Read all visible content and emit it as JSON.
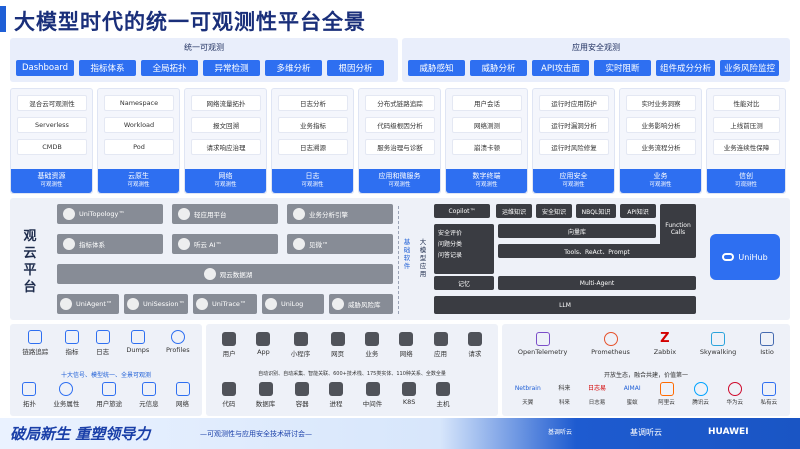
{
  "title": "大模型时代的统一可观测性平台全景",
  "unified": {
    "label": "统一可观测",
    "tabs": [
      "Dashboard",
      "指标体系",
      "全局拓扑",
      "异常检测",
      "多维分析",
      "根因分析"
    ]
  },
  "appsec": {
    "label": "应用安全观测",
    "tabs": [
      "威胁感知",
      "威胁分析",
      "API攻击面",
      "实时阻断",
      "组件成分分析",
      "业务风险监控"
    ]
  },
  "categories": [
    {
      "items": [
        "混合云可观测性",
        "Serverless",
        "CMDB"
      ],
      "name": "基础资源",
      "sub": "可观测性"
    },
    {
      "items": [
        "Namespace",
        "Workload",
        "Pod"
      ],
      "name": "云原生",
      "sub": "可观测性"
    },
    {
      "items": [
        "网络流量拓扑",
        "报文回溯",
        "请求响应治理"
      ],
      "name": "网络",
      "sub": "可观测性"
    },
    {
      "items": [
        "日志分析",
        "业务指标",
        "日志溯源"
      ],
      "name": "日志",
      "sub": "可观测性"
    },
    {
      "items": [
        "分布式链路追踪",
        "代码级根因分析",
        "服务治理与诊断"
      ],
      "name": "应用和微服务",
      "sub": "可观测性"
    },
    {
      "items": [
        "用户会话",
        "网络测测",
        "崩溃卡顿"
      ],
      "name": "数字终端",
      "sub": "可观测性"
    },
    {
      "items": [
        "运行时应用防护",
        "运行时漏洞分析",
        "运行时风险修复"
      ],
      "name": "应用安全",
      "sub": "可观测性"
    },
    {
      "items": [
        "实时业务洞察",
        "业务影响分析",
        "业务流程分析"
      ],
      "name": "业务",
      "sub": "可观测性"
    },
    {
      "items": [
        "性能对比",
        "上线前压测",
        "业务连续性保障"
      ],
      "name": "信创",
      "sub": "可观测性"
    }
  ],
  "platform": {
    "vertical_label": "观云平台",
    "modules": {
      "unitopology": "UniTopology™",
      "light_app": "轻应用平台",
      "biz_analysis": "业务分析引擎",
      "metrics": "指标体系",
      "tingyun_ai": "听云 AI™",
      "jianwei": "见微™",
      "datalake": "观云数据湖",
      "uniagent": "UniAgent™",
      "unisession": "UniSession™",
      "unitrace": "UniTrace™",
      "unilog": "UniLog",
      "threat_lib": "威胁风险库"
    },
    "base_software": "基础软件",
    "llm_app": "大模型应用"
  },
  "llm": {
    "copilot": "Copilot™",
    "tags": [
      "运维知识",
      "安全知识",
      "NBQL知识",
      "API知识"
    ],
    "function_calls": "Function Calls",
    "sec_eval": "安全评价",
    "intent_classify": "问题分类",
    "qa_record": "问答记录",
    "intent": "向量库",
    "tools": "Tools、ReAct、Prompt",
    "memory": "记忆",
    "multi_agent": "Multi-Agent",
    "llm": "LLM"
  },
  "unihub": "UniHub",
  "bottom_left": {
    "row1": [
      "链路追踪",
      "指标",
      "日志",
      "Dumps",
      "Profiles"
    ],
    "caption": "十大信号、模型统一、全景可观测",
    "row2": [
      "拓扑",
      "业务属性",
      "用户旅途",
      "元信息",
      "网络"
    ]
  },
  "bottom_mid": {
    "row1": [
      "用户",
      "App",
      "小程序",
      "网页",
      "业务",
      "网络",
      "应用",
      "请求"
    ],
    "caption": "自动识别、自动采集、智能关联、600+技术栈、175类实体、110种关系、全数全量",
    "row2": [
      "代码",
      "数据库",
      "容器",
      "进程",
      "中间件",
      "K8S",
      "主机"
    ]
  },
  "bottom_right": {
    "row1": [
      "OpenTelemetry",
      "Prometheus",
      "Zabbix",
      "Skywalking",
      "Istio"
    ],
    "caption": "开放生态，融合共建，价值第一",
    "row2": [
      "天翼",
      "科来",
      "日志易",
      "蜜蚁",
      "阿里云",
      "腾讯云",
      "华为云",
      "私有云"
    ],
    "row2_brands": [
      "Netbrain",
      "科来",
      "日志易",
      "AIMAI",
      "",
      "",
      "",
      ""
    ]
  },
  "footer": {
    "slogan": "破局新生 重塑领导力",
    "event": "—可观测性与应用安全技术研讨会—",
    "partner": "基调听云",
    "brand2": "基调听云",
    "brand3": "HUAWEI"
  },
  "colors": {
    "accent": "#2e6ff1",
    "title": "#1a2f7a",
    "gray_module": "#878c96",
    "dark_module": "#3a3c42",
    "unihub": "#2e6ff1"
  }
}
